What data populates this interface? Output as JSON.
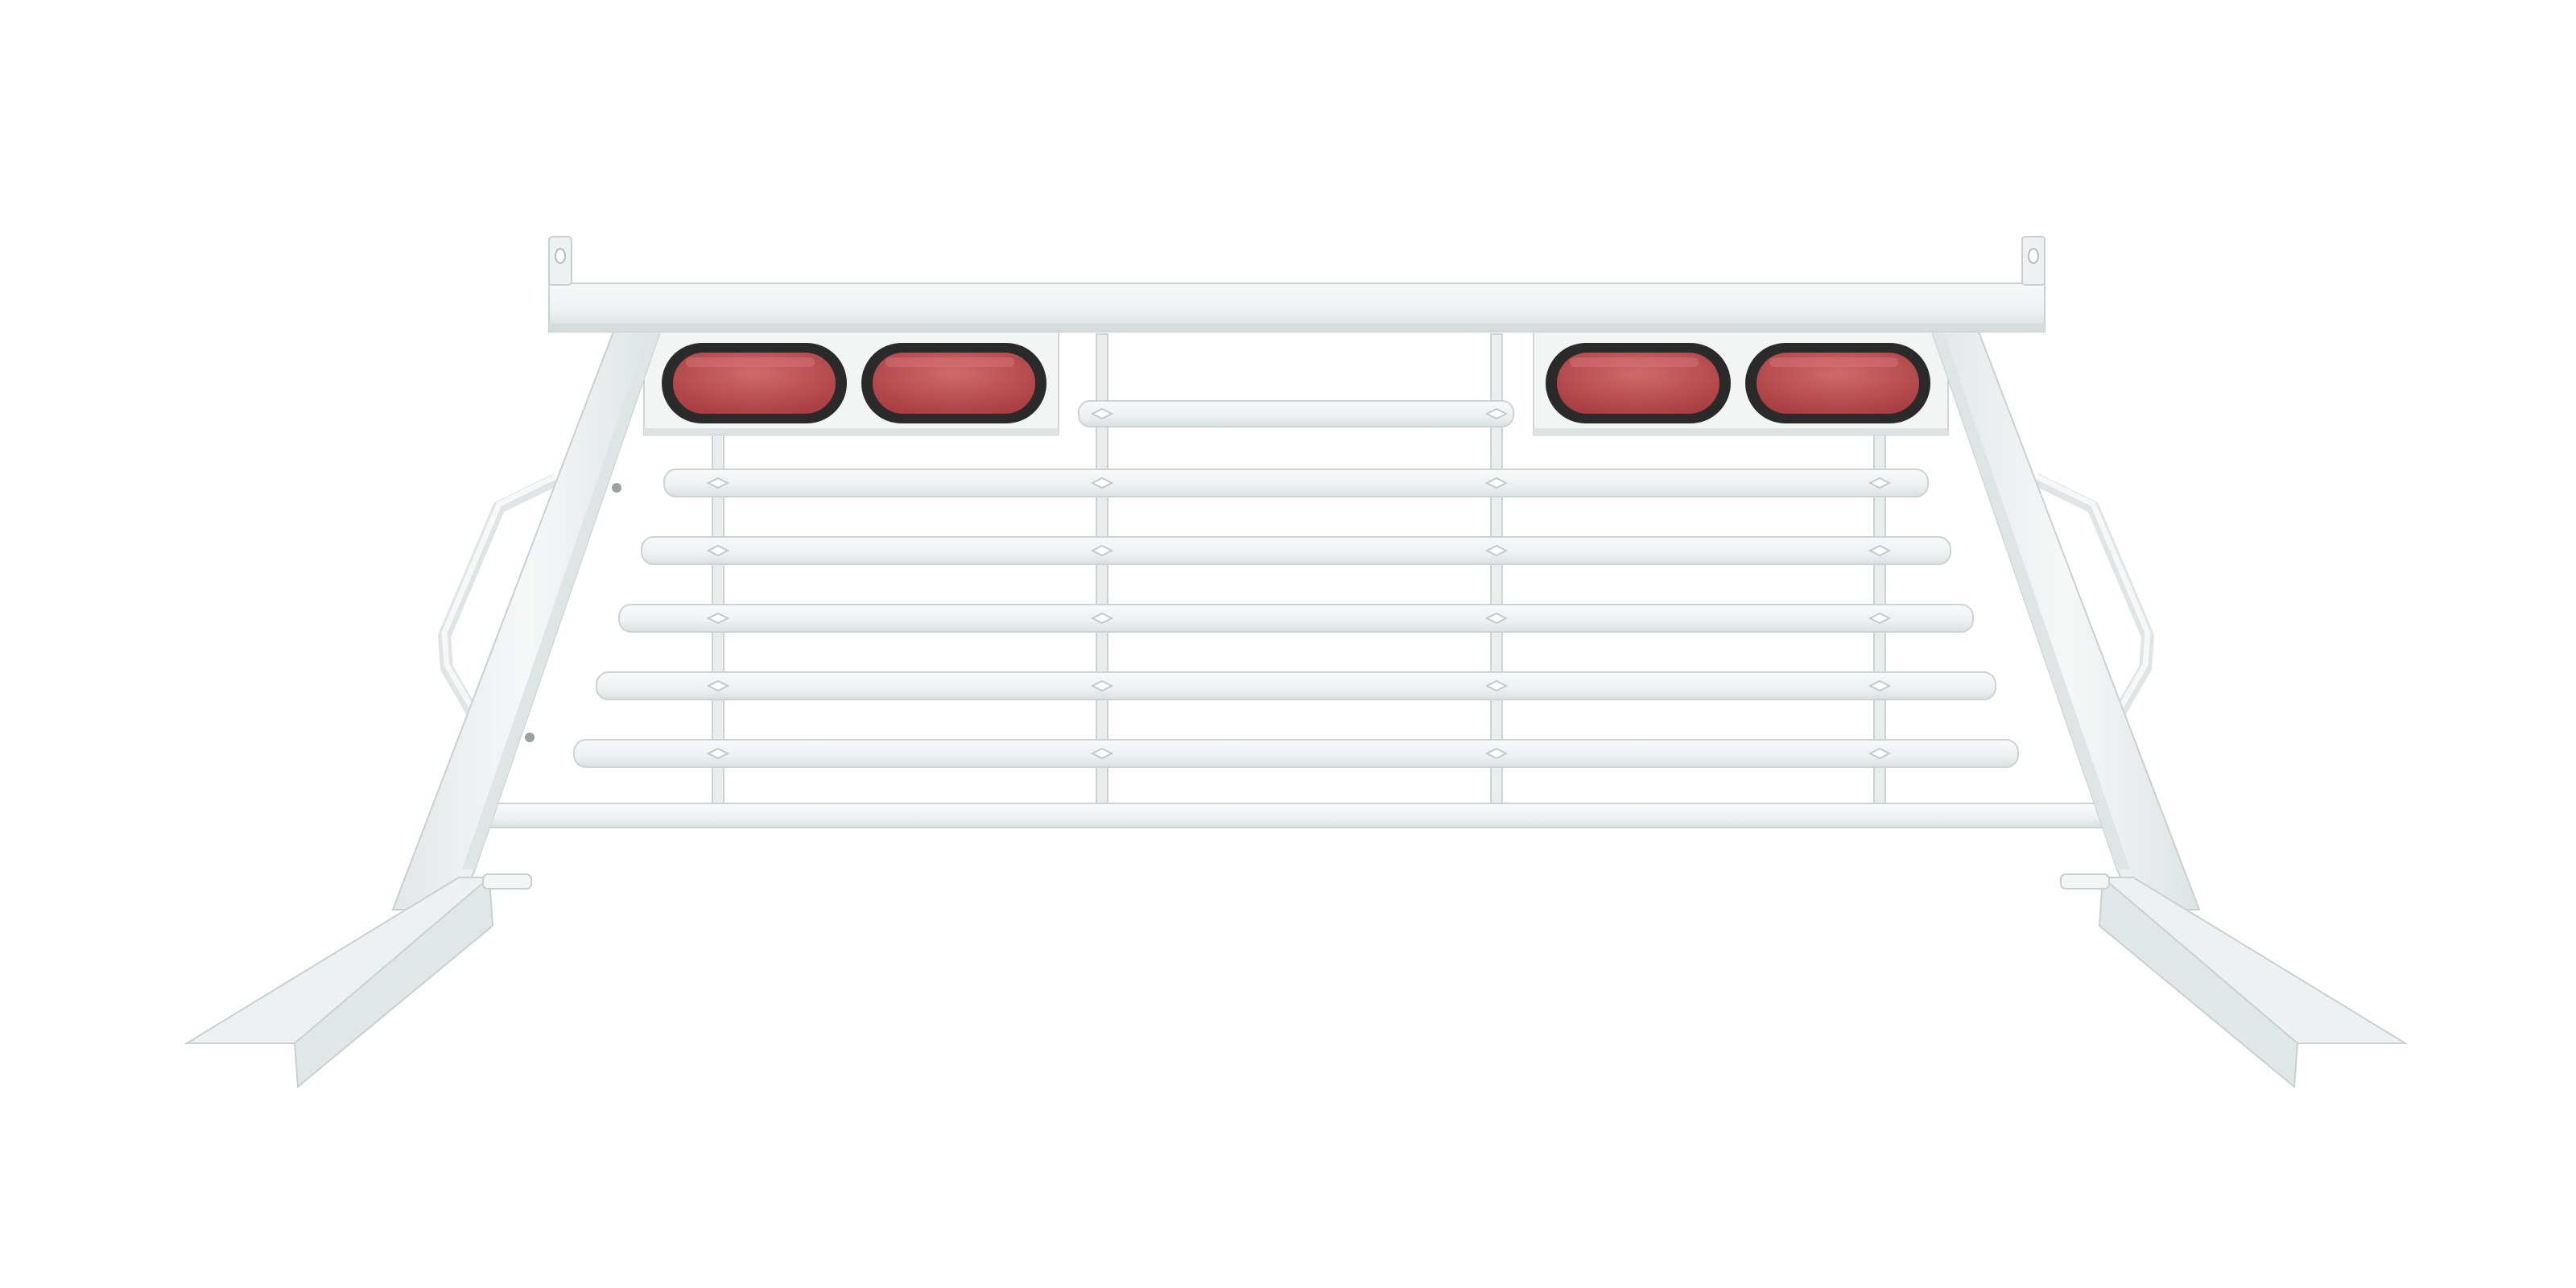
{
  "image": {
    "subject": "headache-rack",
    "background_color": "#ffffff",
    "rack_color": "#f1f4f4",
    "rack_shade_color": "#dfe4e4",
    "rack_edge_color": "#c9d0d0",
    "lamp_lens_color": "#b8484c",
    "lamp_lens_highlight_color": "#cf6a6c",
    "lamp_grommet_color": "#2a2a2a",
    "lamp_count": 4,
    "crossbar_count": 6
  }
}
